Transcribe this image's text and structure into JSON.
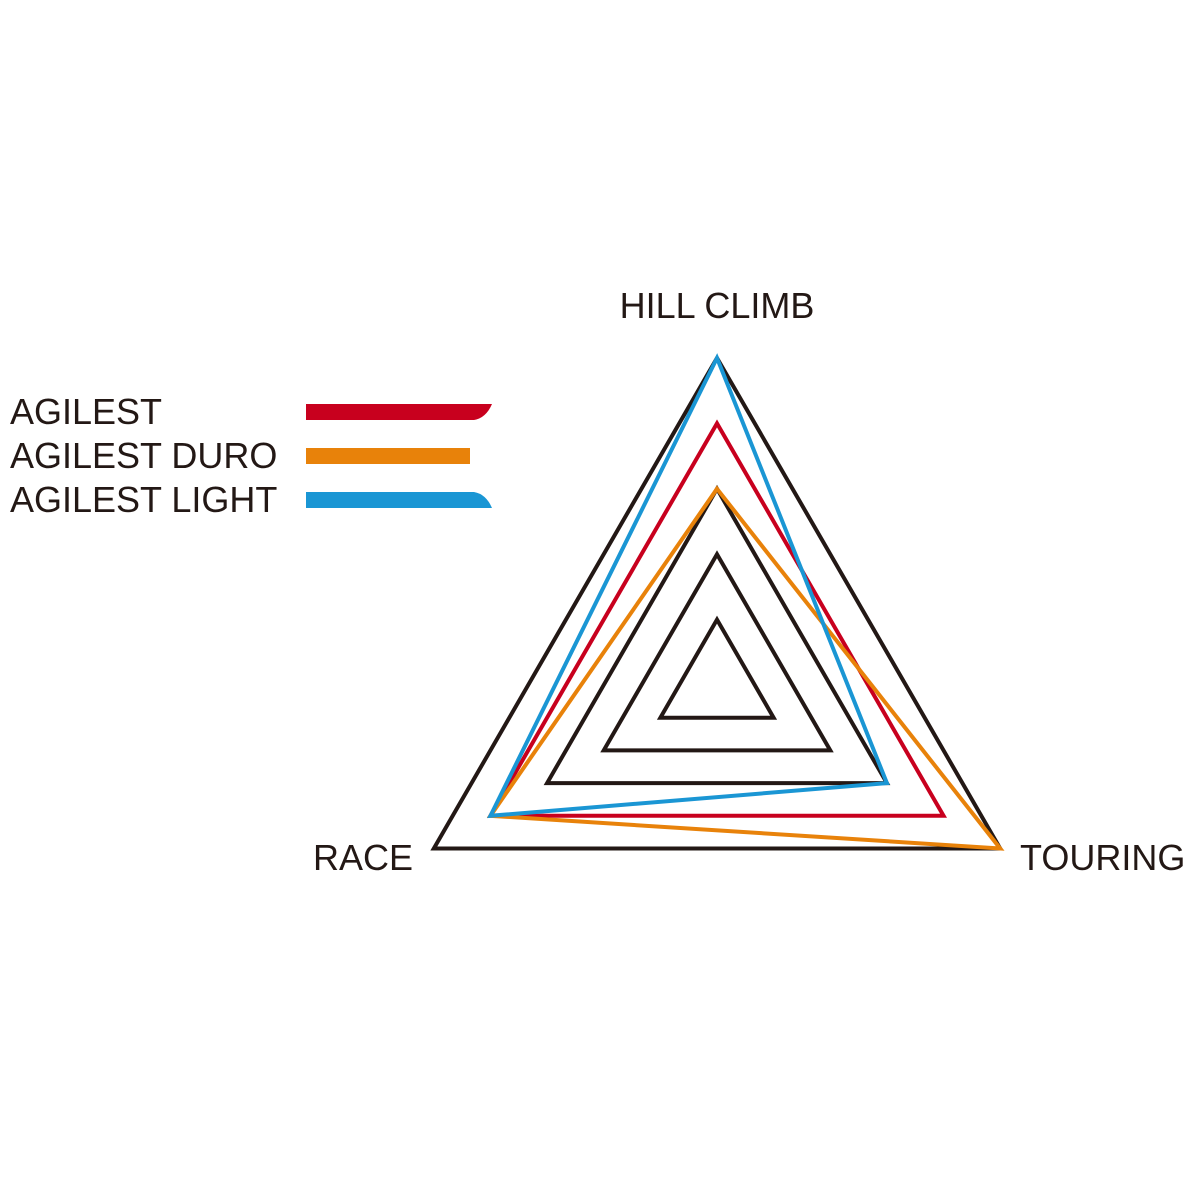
{
  "chart_data": {
    "type": "radar",
    "axes": [
      "HILL CLIMB",
      "TOURING",
      "RACE"
    ],
    "range": [
      0,
      5
    ],
    "grid_levels": [
      1,
      2,
      3,
      5
    ],
    "legend_position": "left",
    "series": [
      {
        "name": "AGILEST",
        "color": "#c8001e",
        "values": {
          "HILL CLIMB": 4,
          "TOURING": 4,
          "RACE": 4
        }
      },
      {
        "name": "AGILEST DURO",
        "color": "#e8820a",
        "values": {
          "HILL CLIMB": 3,
          "TOURING": 5,
          "RACE": 4
        }
      },
      {
        "name": "AGILEST LIGHT",
        "color": "#1a96d4",
        "values": {
          "HILL CLIMB": 5,
          "TOURING": 3,
          "RACE": 4
        }
      }
    ]
  }
}
